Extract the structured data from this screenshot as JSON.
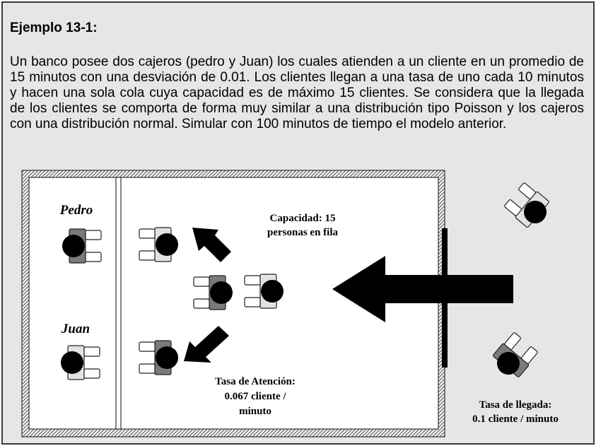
{
  "heading": "Ejemplo 13-1:",
  "paragraph": "Un banco posee dos cajeros (pedro y Juan) los cuales atienden a un cliente en un promedio de 15 minutos con una desviación de 0.01.  Los clientes llegan a una tasa de uno cada 10 minutos y hacen una sola cola cuya capacidad es de máximo 15 clientes. Se considera que la llegada de los clientes se comporta de forma muy similar a una distribución tipo Poisson y los cajeros con una distribución normal. Simular con 100 minutos de tiempo el modelo anterior.",
  "diagram": {
    "teller_1": "Pedro",
    "teller_2": "Juan",
    "capacity_line1": "Capacidad: 15",
    "capacity_line2": "personas en fila",
    "service_line1": "Tasa de Atención:",
    "service_line2": "0.067 cliente /",
    "service_line3": "minuto",
    "arrival_line1": "Tasa de llegada:",
    "arrival_line2": "0.1 cliente / minuto"
  }
}
